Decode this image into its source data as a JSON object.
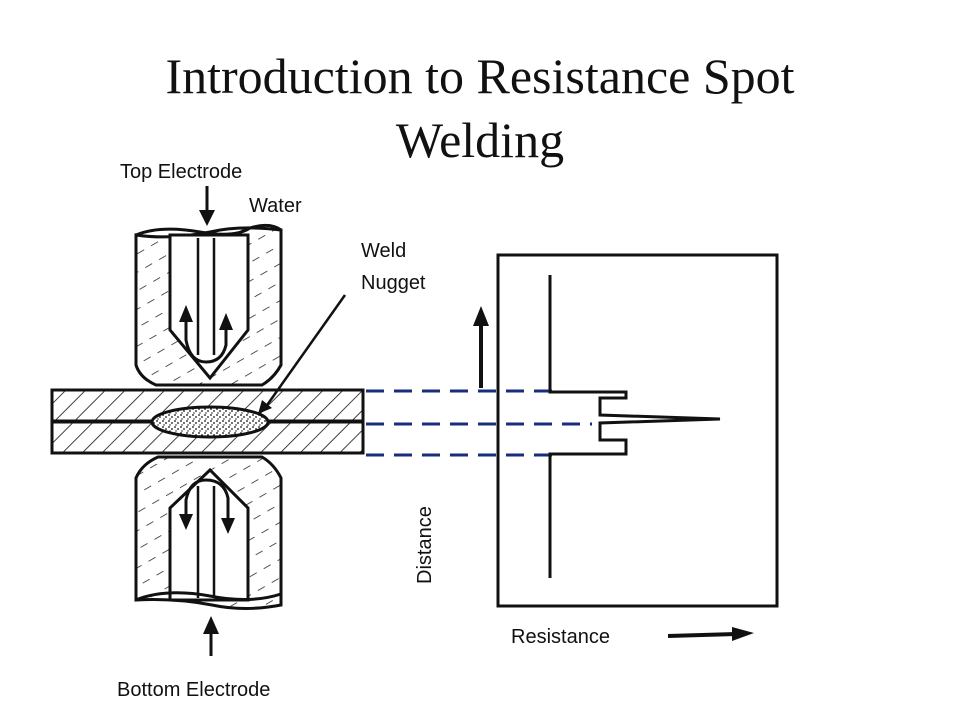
{
  "title": {
    "line1": "Introduction to Resistance Spot",
    "line2": "Welding"
  },
  "labels": {
    "top_electrode": "Top Electrode",
    "water": "Water",
    "weld_nugget_line1": "Weld",
    "weld_nugget_line2": "Nugget",
    "bottom_electrode": "Bottom Electrode",
    "distance_axis": "Distance",
    "resistance_axis": "Resistance"
  },
  "colors": {
    "ink": "#111111",
    "dashed_guides": "#1a2d7a",
    "background": "#ffffff"
  }
}
